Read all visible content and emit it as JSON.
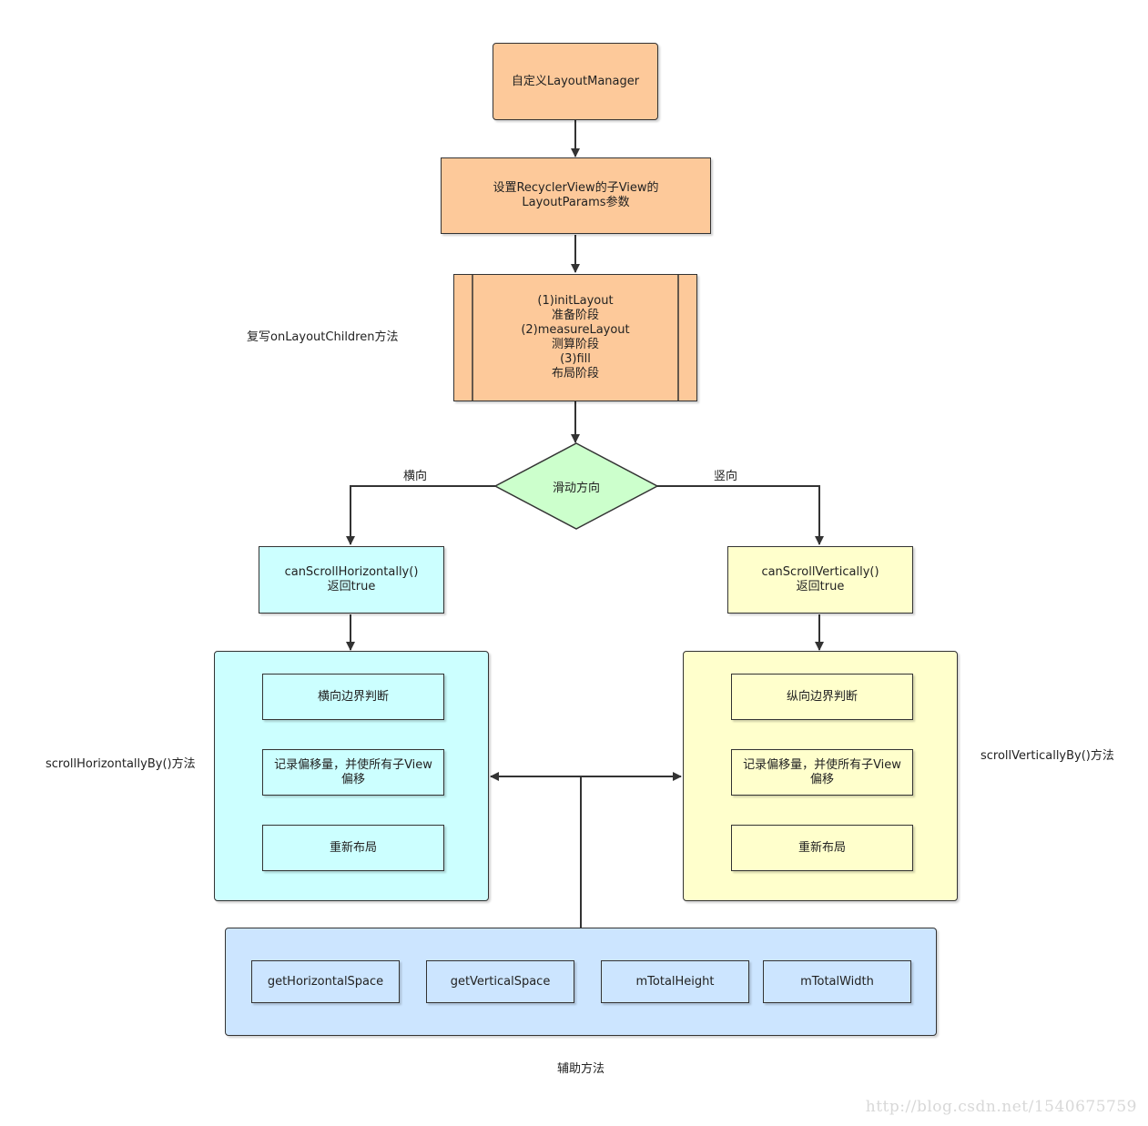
{
  "colors": {
    "orange": "#fdc99a",
    "green": "#ccffcc",
    "cyan": "#ccffff",
    "yellow": "#ffffcc",
    "blue": "#cce5ff",
    "stroke": "#333333"
  },
  "nodes": {
    "start": "自定义LayoutManager",
    "layout_params": "设置RecyclerView的子View的\nLayoutParams参数",
    "on_layout_children": "(1)initLayout\n准备阶段\n(2)measureLayout\n测算阶段\n(3)fill\n布局阶段",
    "scroll_direction": "滑动方向",
    "can_scroll_h": "canScrollHorizontally()\n返回true",
    "can_scroll_v": "canScrollVertically()\n返回true",
    "h_steps": [
      "横向边界判断",
      "记录偏移量，并使所有子View\n偏移",
      "重新布局"
    ],
    "v_steps": [
      "纵向边界判断",
      "记录偏移量，并使所有子View\n偏移",
      "重新布局"
    ],
    "helpers": [
      "getHorizontalSpace",
      "getVerticalSpace",
      "mTotalHeight",
      "mTotalWidth"
    ]
  },
  "labels": {
    "override_on_layout": "复写onLayoutChildren方法",
    "horizontal": "横向",
    "vertical": "竖向",
    "scroll_h_method": "scrollHorizontallyBy()方法",
    "scroll_v_method": "scrollVerticallyBy()方法",
    "helper_methods": "辅助方法"
  },
  "watermark": "http://blog.csdn.net/1540675759"
}
